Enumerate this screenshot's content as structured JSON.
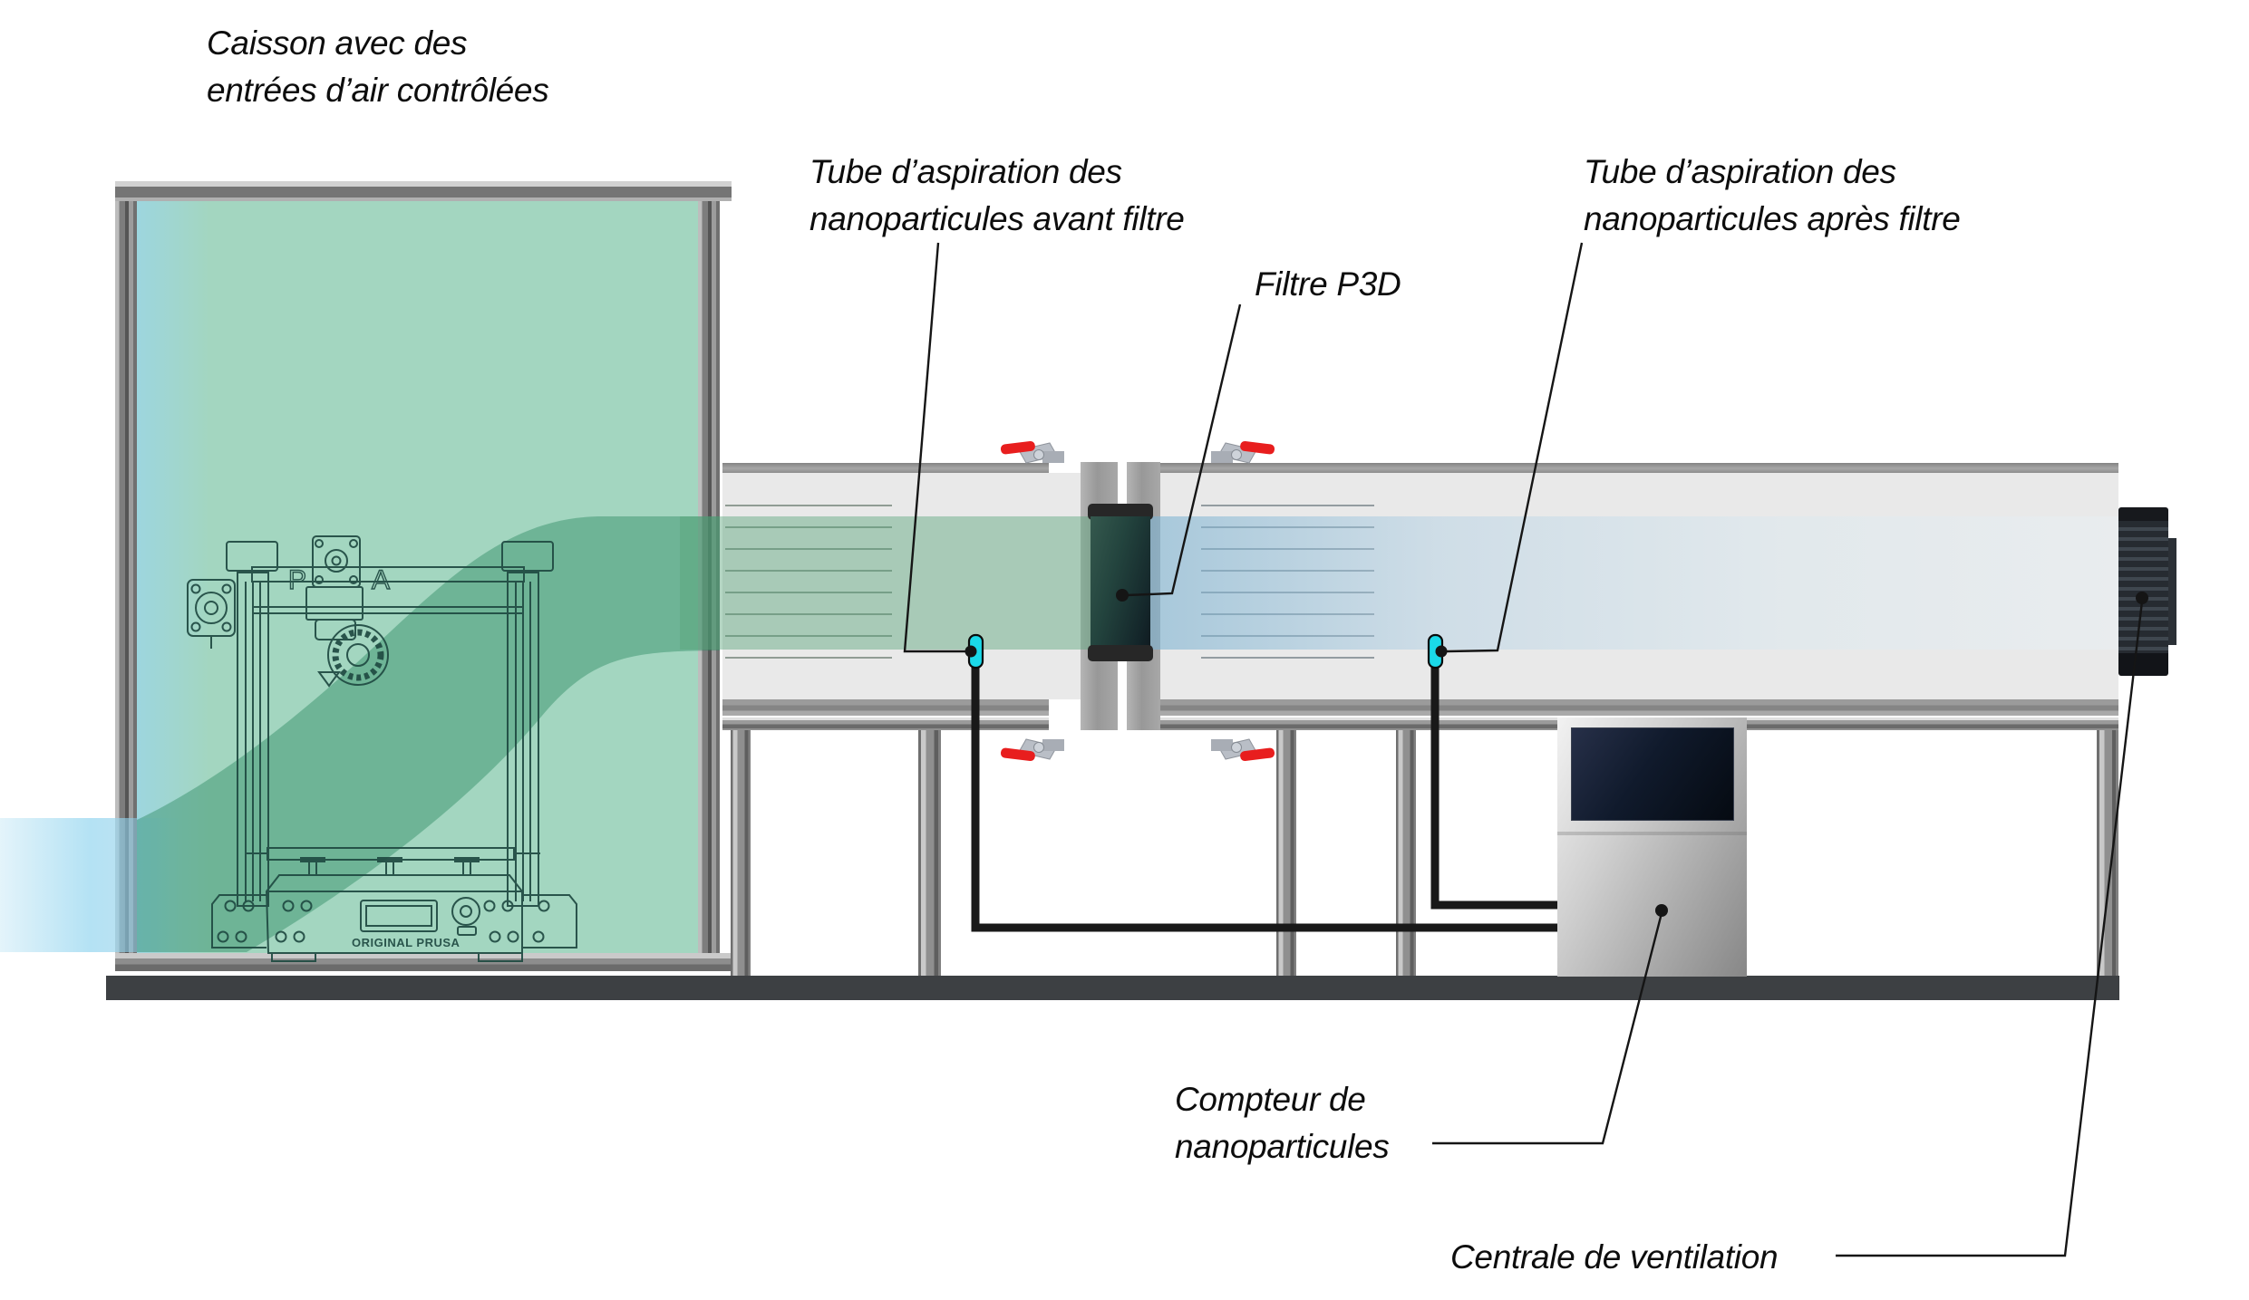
{
  "diagram": {
    "labels": {
      "caisson": {
        "line1": "Caisson avec des",
        "line2": "entrées d’air contrôlées"
      },
      "tube_avant": {
        "line1": "Tube d’aspiration des",
        "line2": "nanoparticules avant filtre"
      },
      "filtre": "Filtre P3D",
      "tube_apres": {
        "line1": "Tube d’aspiration des",
        "line2": "nanoparticules après filtre"
      },
      "compteur": {
        "line1": "Compteur de",
        "line2": "nanoparticules"
      },
      "centrale": "Centrale de ventilation"
    },
    "printer": {
      "brand": "ORIGINAL PRUSA",
      "frame_letter_left": "P",
      "frame_letter_right": "A"
    },
    "colors": {
      "flow-green": "rgba(47,140,100,0.45)",
      "band-green": "rgba(88,164,122,0.45)",
      "band-blue-start": "rgba(124,178,209,0.60)",
      "band-blue-end": "rgba(233,244,250,0.30)",
      "port-cyan": "#1ad9e9",
      "valve-red": "#e81e1e",
      "caisson-mint": "#a3d6c0",
      "floor-gray": "#3d4043"
    }
  }
}
